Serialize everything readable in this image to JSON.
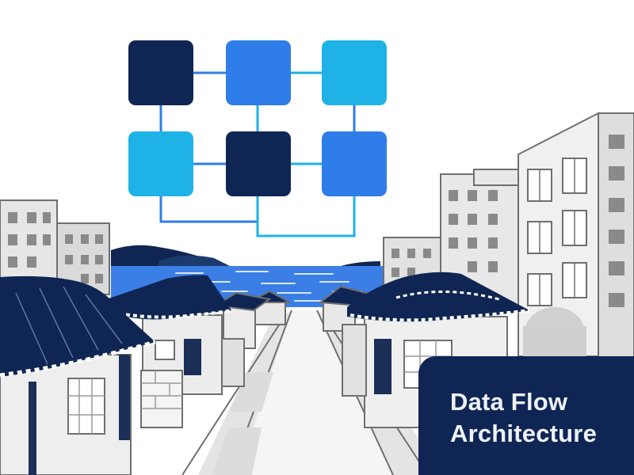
{
  "title": {
    "line1": "Data Flow",
    "line2": "Architecture"
  },
  "colors": {
    "navy": "#0f2654",
    "blue": "#2f7de8",
    "cyan": "#1fb2e6",
    "sea": "#3b7ee6",
    "line_gray": "#6f6f6f",
    "fill_gray": "#d9d9d9",
    "light_gray": "#eeeeee"
  },
  "diagram": {
    "rows": [
      [
        "navy",
        "blue",
        "cyan"
      ],
      [
        "cyan",
        "navy",
        "blue"
      ]
    ]
  }
}
